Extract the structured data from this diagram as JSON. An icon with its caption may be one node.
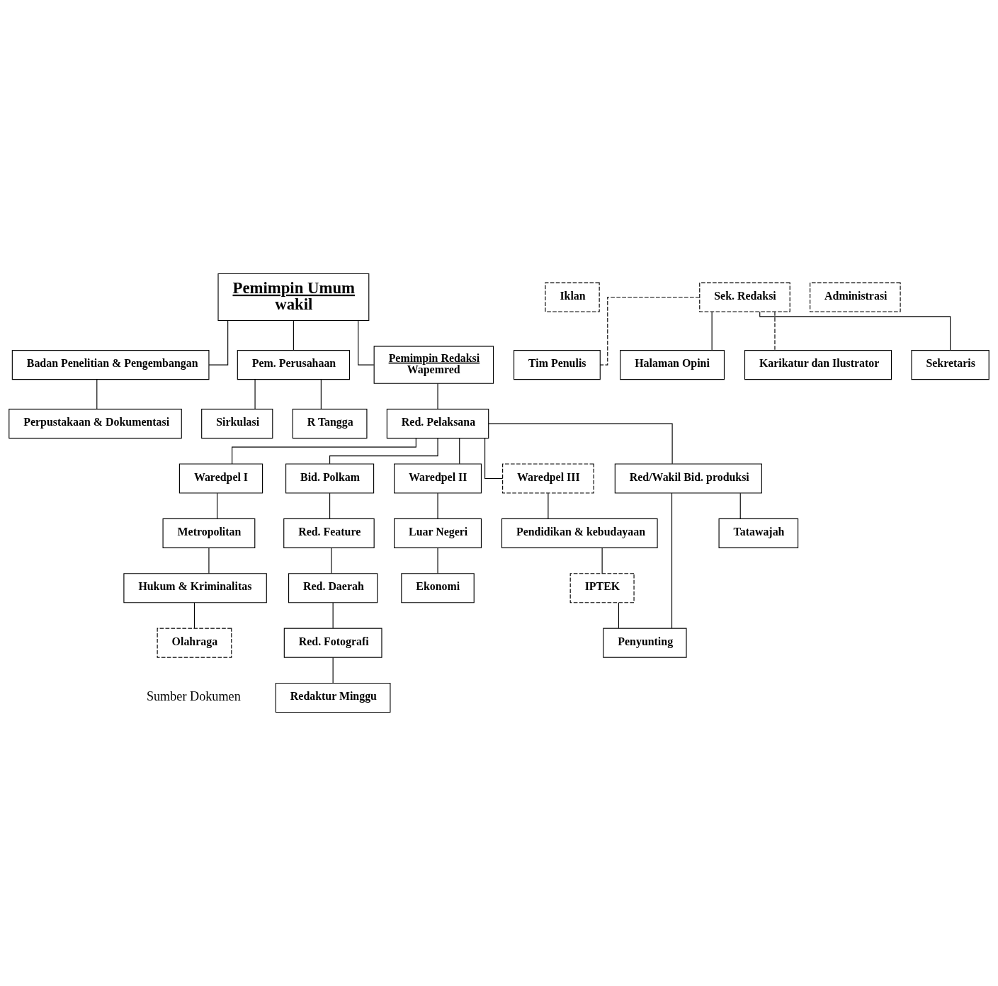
{
  "diagram": {
    "nodes": [
      {
        "text": [
          "Pemimpin Umum",
          "wakil"
        ]
      },
      {
        "text": [
          "Badan Penelitian & Pengembangan"
        ]
      },
      {
        "text": [
          "Pem. Perusahaan"
        ]
      },
      {
        "text": [
          "Perpustakaan & Dokumentasi"
        ]
      },
      {
        "text": [
          "Pemimpin Redaksi",
          "Wapemred"
        ]
      },
      {
        "text": [
          "Sirkulasi"
        ]
      },
      {
        "text": [
          "Iklan"
        ]
      },
      {
        "text": [
          "Tim Penulis"
        ]
      },
      {
        "text": [
          "Sek. Redaksi"
        ]
      },
      {
        "text": [
          "R Tangga"
        ]
      },
      {
        "text": [
          "Halaman Opini"
        ]
      },
      {
        "text": [
          "Red. Pelaksana"
        ]
      },
      {
        "text": [
          "Administrasi"
        ]
      },
      {
        "text": [
          "Karikatur dan Ilustrator"
        ]
      },
      {
        "text": [
          "Sekretaris"
        ]
      },
      {
        "text": [
          "Waredpel I"
        ]
      },
      {
        "text": [
          "Bid. Polkam"
        ]
      },
      {
        "text": [
          "Waredpel II"
        ]
      },
      {
        "text": [
          "Waredpel III"
        ]
      },
      {
        "text": [
          "Red. Feature"
        ]
      },
      {
        "text": [
          "Luar Negeri"
        ]
      },
      {
        "text": [
          "Metropolitan"
        ]
      },
      {
        "text": [
          "Pendidikan & kebudayaan"
        ]
      },
      {
        "text": [
          "Ekonomi"
        ]
      },
      {
        "text": [
          "Red. Daerah"
        ]
      },
      {
        "text": [
          "Hukum & Kriminalitas"
        ]
      },
      {
        "text": [
          "Red. Fotografi"
        ]
      },
      {
        "text": [
          "IPTEK"
        ]
      },
      {
        "text": [
          "Olahraga"
        ]
      },
      {
        "text": [
          "Redaktur Minggu"
        ]
      },
      {
        "text": [
          "Penyunting"
        ]
      },
      {
        "text": [
          "Red/Wakil Bid. produksi"
        ]
      },
      {
        "text": [
          "Tatawajah"
        ]
      }
    ],
    "edges": [
      {
        "from": 0,
        "to": 4,
        "arrow": "none"
      },
      {
        "from": 0,
        "to": 1,
        "arrow": "none"
      },
      {
        "from": 0,
        "to": 2,
        "arrow": "none"
      },
      {
        "from": 1,
        "to": 3,
        "arrow": "none"
      },
      {
        "from": 2,
        "to": 5,
        "arrow": "none"
      },
      {
        "from": 2,
        "to": 9,
        "arrow": "none"
      },
      {
        "from": 4,
        "to": 11,
        "arrow": "none"
      },
      {
        "from": 8,
        "to": 7,
        "arrow": "none",
        "style": "dashed"
      },
      {
        "from": 8,
        "to": 10,
        "arrow": "none"
      },
      {
        "from": 8,
        "to": 13,
        "arrow": "none",
        "style": "dashed"
      },
      {
        "from": 8,
        "to": 14,
        "arrow": "none"
      },
      {
        "from": 11,
        "to": 15,
        "arrow": "none"
      },
      {
        "from": 11,
        "to": 16,
        "arrow": "none"
      },
      {
        "from": 11,
        "to": 17,
        "arrow": "none"
      },
      {
        "from": 11,
        "to": 18,
        "arrow": "none"
      },
      {
        "from": 11,
        "to": 31,
        "arrow": "none"
      },
      {
        "from": 15,
        "to": 21,
        "arrow": "none"
      },
      {
        "from": 21,
        "to": 25,
        "arrow": "none"
      },
      {
        "from": 25,
        "to": 28,
        "arrow": "none"
      },
      {
        "from": 16,
        "to": 19,
        "arrow": "none"
      },
      {
        "from": 19,
        "to": 24,
        "arrow": "none"
      },
      {
        "from": 24,
        "to": 26,
        "arrow": "none"
      },
      {
        "from": 26,
        "to": 29,
        "arrow": "none"
      },
      {
        "from": 17,
        "to": 20,
        "arrow": "none"
      },
      {
        "from": 20,
        "to": 23,
        "arrow": "none"
      },
      {
        "from": 18,
        "to": 22,
        "arrow": "none"
      },
      {
        "from": 22,
        "to": 27,
        "arrow": "none"
      },
      {
        "from": 27,
        "to": 30,
        "arrow": "none"
      },
      {
        "from": 31,
        "to": 30,
        "arrow": "none"
      },
      {
        "from": 31,
        "to": 32,
        "arrow": "none"
      }
    ],
    "labels": [
      "Sumber Dokumen"
    ]
  }
}
